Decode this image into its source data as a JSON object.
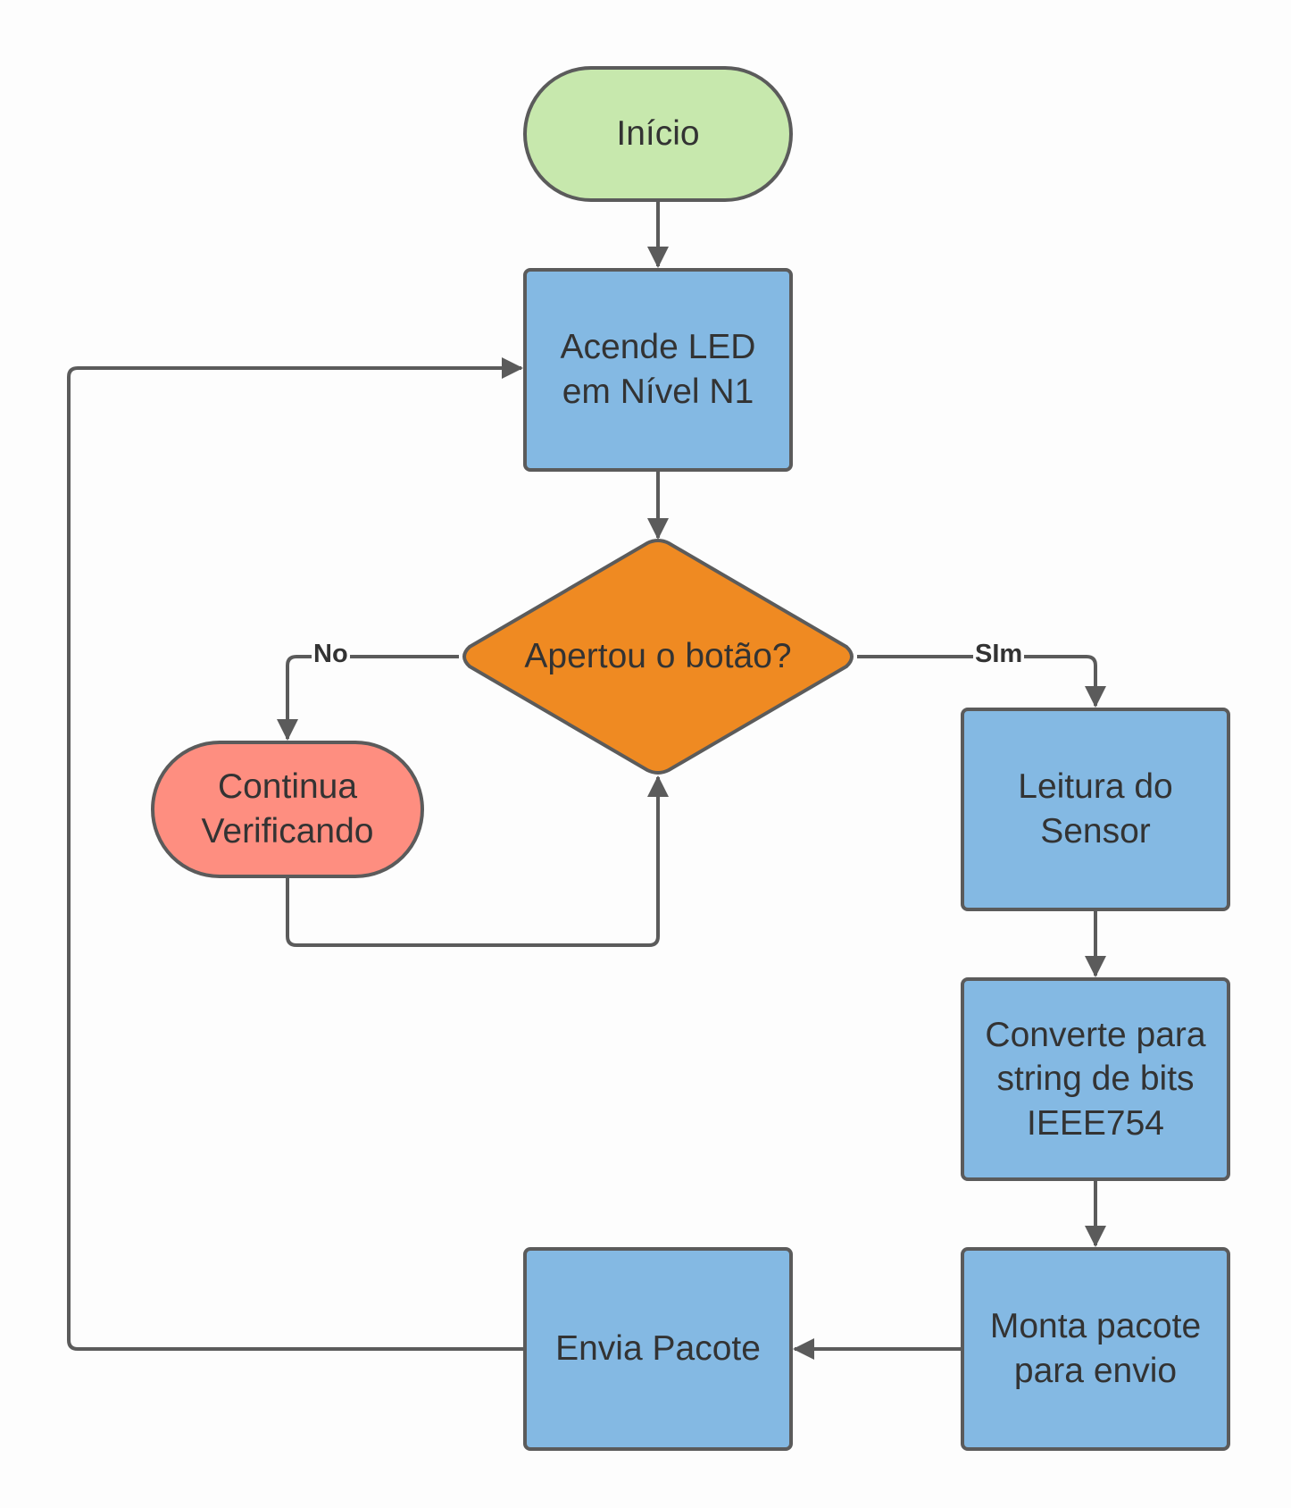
{
  "nodes": {
    "inicio": "Início",
    "acende": "Acende LED em Nível N1",
    "decision": "Apertou o botão?",
    "continua": "Continua Verificando",
    "leitura": "Leitura do Sensor",
    "converte": "Converte para string de bits IEEE754",
    "monta": "Monta pacote para envio",
    "envia": "Envia Pacote"
  },
  "edge_labels": {
    "no": "No",
    "sim": "SIm"
  },
  "colors": {
    "start": "#c7e8ad",
    "process": "#84b9e3",
    "decision": "#ef8a22",
    "alternate": "#fe8e80",
    "stroke": "#5b5b5b",
    "text": "#333333"
  }
}
